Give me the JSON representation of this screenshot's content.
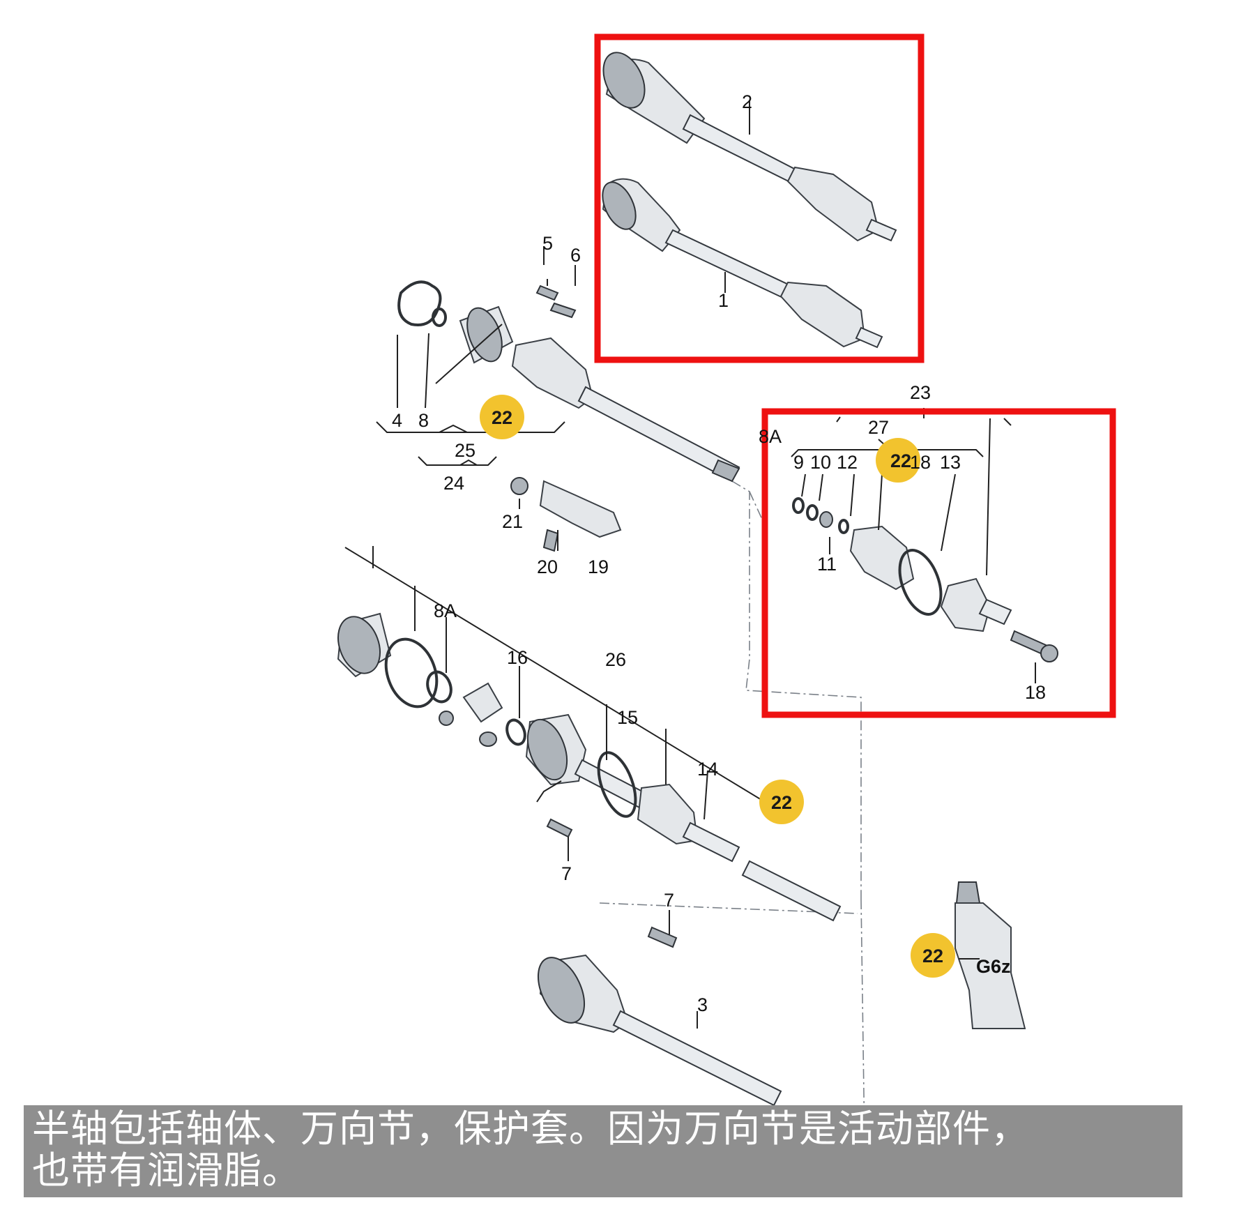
{
  "colors": {
    "highlight_box": "#ee1111",
    "badge": "#f2c32e",
    "caption_bg": "#8f8f8f",
    "caption_text": "#ffffff"
  },
  "labels": {
    "l1": "1",
    "l2": "2",
    "l3": "3",
    "l4": "4",
    "l5": "5",
    "l6": "6",
    "l7a": "7",
    "l7b": "7",
    "l8": "8",
    "l8a_top": "8A",
    "l8a": "8A",
    "l9": "9",
    "l10": "10",
    "l11": "11",
    "l12": "12",
    "l13": "13",
    "l14": "14",
    "l15": "15",
    "l16": "16",
    "l18a": "18",
    "l18b": "18",
    "l19": "19",
    "l20": "20",
    "l21": "21",
    "l23": "23",
    "l24": "24",
    "l25": "25",
    "l26": "26",
    "l27": "27"
  },
  "badges": {
    "b1": "22",
    "b2": "22",
    "b3": "22",
    "b4": "22"
  },
  "grease_tube": {
    "text": "G6z"
  },
  "caption": {
    "line1": "半轴包括轴体、万向节，保护套。因为万向节是活动部件，",
    "line2": "也带有润滑脂。"
  }
}
